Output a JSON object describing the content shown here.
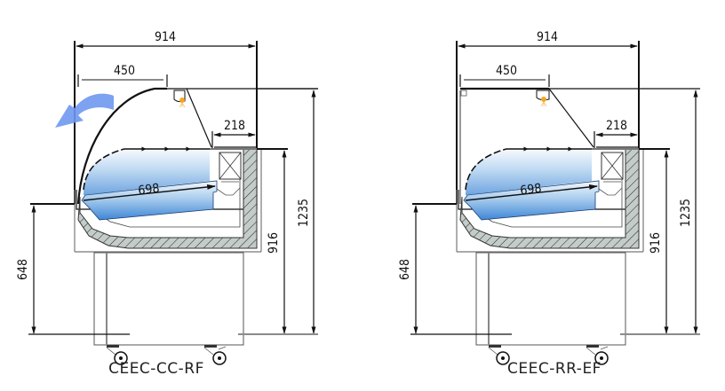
{
  "diagram": {
    "type": "technical-side-elevation",
    "units": "mm",
    "colors": {
      "line": "#111111",
      "insulation_fill": "#c4ccc9",
      "tray_top": "#eef5fb",
      "tray_bottom": "#4a90d8",
      "arrow": "#6e98f0",
      "lamp": "#f5a623",
      "floor": "#999999"
    },
    "models": [
      {
        "name": "CEEC-CC-RF",
        "glass": "curved",
        "opening_arrow": true,
        "dimensions": {
          "overall_depth": "914",
          "top_canopy": "450",
          "rear_ledge": "218",
          "tray_length": "698",
          "front_counter_height": "648",
          "rear_counter_height": "916",
          "overall_height": "1235"
        }
      },
      {
        "name": "CEEC-RR-EF",
        "glass": "straight",
        "opening_arrow": false,
        "dimensions": {
          "overall_depth": "914",
          "top_canopy": "450",
          "rear_ledge": "218",
          "tray_length": "698",
          "front_counter_height": "648",
          "rear_counter_height": "916",
          "overall_height": "1235"
        }
      }
    ]
  }
}
